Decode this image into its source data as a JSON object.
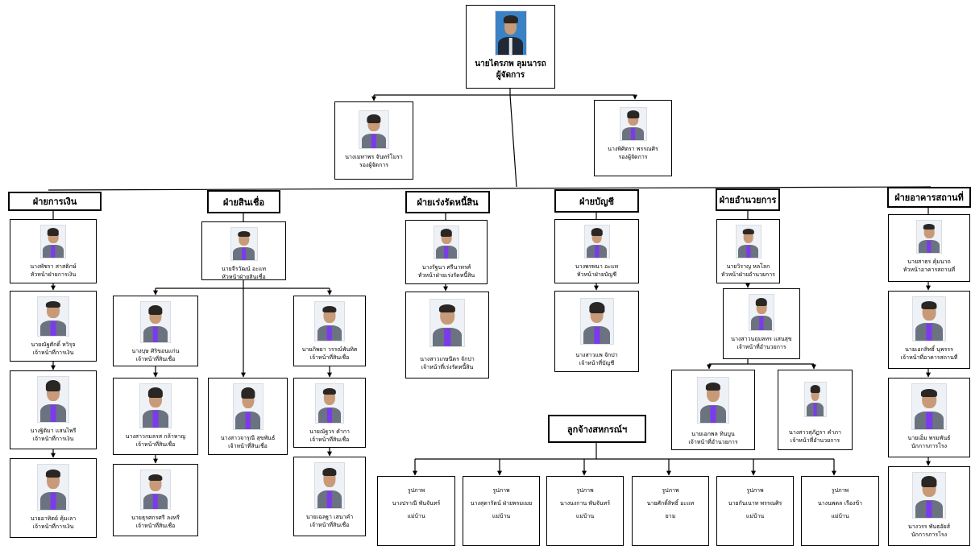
{
  "top": {
    "name": "นายไตรภพ ลุมนารถ",
    "position": "ผู้จัดการ"
  },
  "deputies": [
    {
      "name": "นางเมทาพร จันทร์โมรา",
      "position": "รองผู้จัดการ"
    },
    {
      "name": "นางพิศิตรา พรรณศิร",
      "position": "รองผู้จัดการ"
    }
  ],
  "departments": [
    {
      "title": "ฝ่ายการเงิน"
    },
    {
      "title": "ฝ่ายสินเชื่อ"
    },
    {
      "title": "ฝ่ายเร่งรัดหนี้สิน"
    },
    {
      "title": "ฝ่ายบัญชี"
    },
    {
      "title": "ฝ่ายอำนวยการ"
    },
    {
      "title": "ฝ่ายอาคารสถานที่"
    }
  ],
  "staff": {
    "finance": [
      {
        "name": "นางพัชรา สาสติกษ์",
        "position": "หัวหน้าฝ่ายการเงิน"
      },
      {
        "name": "นายณัฐศักดิ์ หวิรุจ",
        "position": "เจ้าหน้าที่การเงิน"
      },
      {
        "name": "นางฐิติมา แสนไพรี",
        "position": "เจ้าหน้าที่การเงิน"
      },
      {
        "name": "นายอาทิตย์ คุ้มเลา",
        "position": "เจ้าหน้าที่การเงิน"
      }
    ],
    "credit_head": {
      "name": "นายจีรวัฒน์ อะแท",
      "position": "หัวหน้าฝ่ายสินเชื่อ"
    },
    "credit_left": [
      {
        "name": "นางบุษ ศิริขอนแก่น",
        "position": "เจ้าหน้าที่สินเชื่อ"
      },
      {
        "name": "นางสาวกมลรส กล้าหาญ",
        "position": "เจ้าหน้าที่สินเชื่อ"
      },
      {
        "name": "นายธุรศกรศรี ลงหรี",
        "position": "เจ้าหน้าที่สินเชื่อ"
      }
    ],
    "credit_middle": {
      "name": "นางสาวจารุณี สุขพันธ์",
      "position": "เจ้าหน้าที่สินเชื่อ"
    },
    "credit_right": [
      {
        "name": "นายภิพยา วรรณ์พันทิต",
        "position": "เจ้าหน้าที่สินเชื่อ"
      },
      {
        "name": "นายณัฐวร คำกา",
        "position": "เจ้าหน้าที่สินเชื่อ"
      },
      {
        "name": "นายเฉลฐา เสนาคำ",
        "position": "เจ้าหน้าที่สินเชื่อ"
      }
    ],
    "collection": [
      {
        "name": "นางรัฐนา ศรีนาทรศ์",
        "position": "หัวหน้าฝ่ายเร่งรัดหนี้สิน"
      },
      {
        "name": "นางสาวเกษนีตร จักปา",
        "position": "เจ้าหน้าที่เร่งรัดหนี้สิน"
      }
    ],
    "accounting": [
      {
        "name": "นางพรพนา อะแท",
        "position": "หัวหน้าฝ่ายบัญชี"
      },
      {
        "name": "นางสาวแพ จักปา",
        "position": "เจ้าหน้าที่บัญชี"
      }
    ],
    "admin": [
      {
        "name": "นายวิราญ หลโลก",
        "position": "หัวหน้าฝ่ายอำนวยการ"
      },
      {
        "name": "นางสาวนฤมลทร แสนสุข",
        "position": "เจ้าหน้าที่อำนวยการ"
      }
    ],
    "admin_sub": [
      {
        "name": "นายเอกพล ทินบูน",
        "position": "เจ้าหน้าที่อำนวยการ"
      },
      {
        "name": "นางสาวสุภัฏรา คำภา",
        "position": "เจ้าหน้าที่อำนวยการ"
      }
    ],
    "building": [
      {
        "name": "นายสาธร คุ้มนาถ",
        "position": "หัวหน้าอาคารสถานที่"
      },
      {
        "name": "นายเอกสิทธิ์ นุพรรร",
        "position": "เจ้าหน้าที่อาคารสถานที่"
      },
      {
        "name": "นายเอ็ม พรมพันธ์",
        "position": "นักการภารโรง"
      },
      {
        "name": "นางวรร พันธอัยส์",
        "position": "นักการภารโรง"
      }
    ]
  },
  "coop": {
    "title": "ลูกจ้างสหกรณ์ฯ",
    "members": [
      {
        "role": "รูปภาพ",
        "name": "นางปราณี พันจันทร์",
        "position": "แม่บ้าน"
      },
      {
        "role": "รูปภาพ",
        "name": "นางสุดารัตน์ ฝ่ายพรมเมย",
        "position": "แม่บ้าน"
      },
      {
        "role": "รูปภาพ",
        "name": "นางนงกาน พันจันทร์",
        "position": "แม่บ้าน"
      },
      {
        "role": "รูปภาพ",
        "name": "นายศักดิ์สิทธิ์ อะแท",
        "position": "ยาม"
      },
      {
        "role": "รูปภาพ",
        "name": "นายกันเนาท พรรณศิร",
        "position": "แม่บ้าน"
      },
      {
        "role": "รูปภาพ",
        "name": "นางนพดล เรืองข้า",
        "position": "แม่บ้าน"
      }
    ]
  }
}
